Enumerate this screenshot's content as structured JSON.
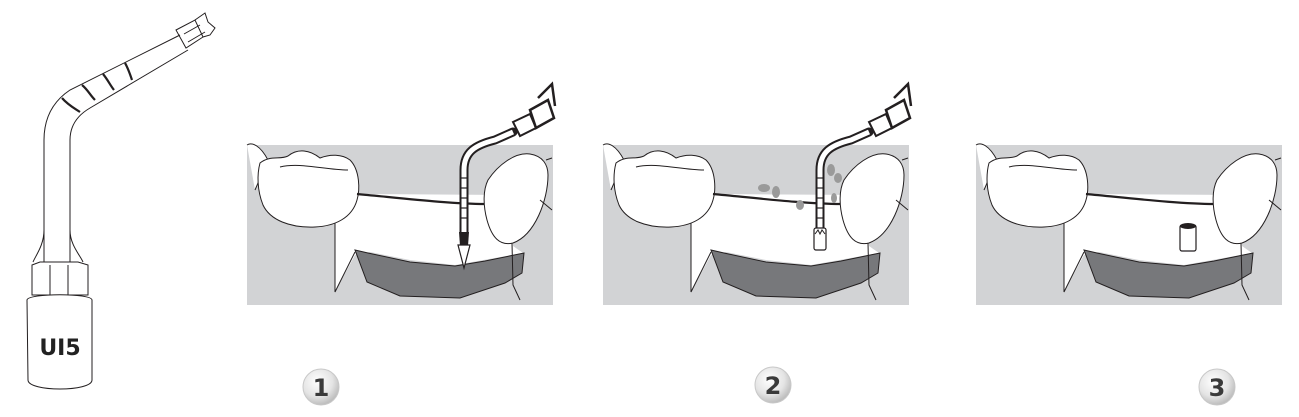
{
  "tool": {
    "label": "UI5"
  },
  "steps": [
    {
      "number": "1"
    },
    {
      "number": "2"
    },
    {
      "number": "3"
    }
  ],
  "colors": {
    "gum": "#d2d3d5",
    "bone": "#77787b",
    "line": "#231f20",
    "badge": "#e6e6e6"
  }
}
